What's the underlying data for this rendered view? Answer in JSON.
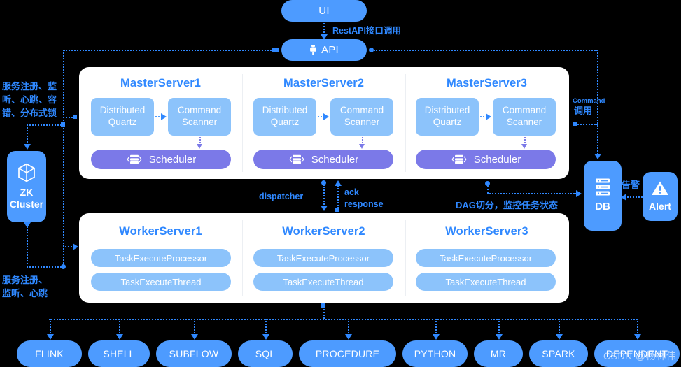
{
  "top": {
    "ui_label": "UI",
    "api_label": "API",
    "api_icon": "usb-plug-icon",
    "restapi_label": "RestAPI接口调用"
  },
  "zk": {
    "label_line1": "ZK",
    "label_line2": "Cluster",
    "icon": "cube-icon",
    "note_top": "服务注册、监\n听、心跳、容\n错、分布式锁",
    "note_bottom": "服务注册、\n监听、心跳"
  },
  "masters": {
    "panel_name": "master-server-panel",
    "servers": [
      {
        "title": "MasterServer1",
        "quartz": "Distributed\nQuartz",
        "scanner": "Command\nScanner",
        "scheduler": "Scheduler"
      },
      {
        "title": "MasterServer2",
        "quartz": "Distributed\nQuartz",
        "scanner": "Command\nScanner",
        "scheduler": "Scheduler"
      },
      {
        "title": "MasterServer3",
        "quartz": "Distributed\nQuartz",
        "scanner": "Command\nScanner",
        "scheduler": "Scheduler"
      }
    ],
    "scheduler_icon": "server-stack-icon"
  },
  "workers": {
    "panel_name": "worker-server-panel",
    "servers": [
      {
        "title": "WorkerServer1",
        "processor": "TaskExecuteProcessor",
        "thread": "TaskExecuteThread"
      },
      {
        "title": "WorkerServer2",
        "processor": "TaskExecuteProcessor",
        "thread": "TaskExecuteThread"
      },
      {
        "title": "WorkerServer3",
        "processor": "TaskExecuteProcessor",
        "thread": "TaskExecuteThread"
      }
    ]
  },
  "middle_labels": {
    "dispatcher": "dispatcher",
    "ack": "ack",
    "response": "response",
    "dag": "DAG切分，监控任务状态"
  },
  "right": {
    "db_label": "DB",
    "db_icon": "database-icon",
    "alert_label": "Alert",
    "alert_icon": "warning-triangle-icon",
    "command_en": "Command",
    "command_cn": "调用",
    "alarm_label": "告警"
  },
  "tasks": [
    "FLINK",
    "SHELL",
    "SUBFLOW",
    "SQL",
    "PROCEDURE",
    "PYTHON",
    "MR",
    "SPARK",
    "DEPENDENT"
  ],
  "watermark": "CSDN @杨林伟",
  "colors": {
    "accent_blue": "#4d9bff",
    "text_blue": "#2f88ff",
    "light_blue": "#8cc3fb",
    "purple": "#7b79e8",
    "panel_white": "#ffffff",
    "background": "#000000"
  }
}
